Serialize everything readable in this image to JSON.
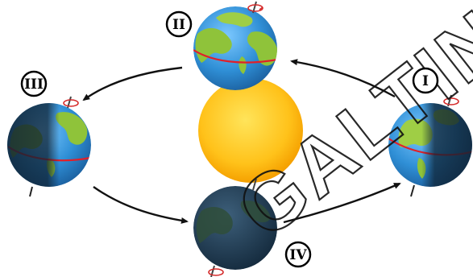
{
  "diagram": {
    "positions": [
      {
        "id": "I",
        "label": "I"
      },
      {
        "id": "II",
        "label": "II"
      },
      {
        "id": "III",
        "label": "III"
      },
      {
        "id": "IV",
        "label": "IV"
      }
    ],
    "watermark": "GALTIN",
    "colors": {
      "sun_outer": "#f5a800",
      "sun_inner": "#ffe45a",
      "ocean": "#2f8fd6",
      "ocean_dark": "#173d5e",
      "land": "#8fc33a",
      "equator": "#e0202a",
      "arrow": "#111111",
      "badge_stroke": "#000000"
    }
  }
}
